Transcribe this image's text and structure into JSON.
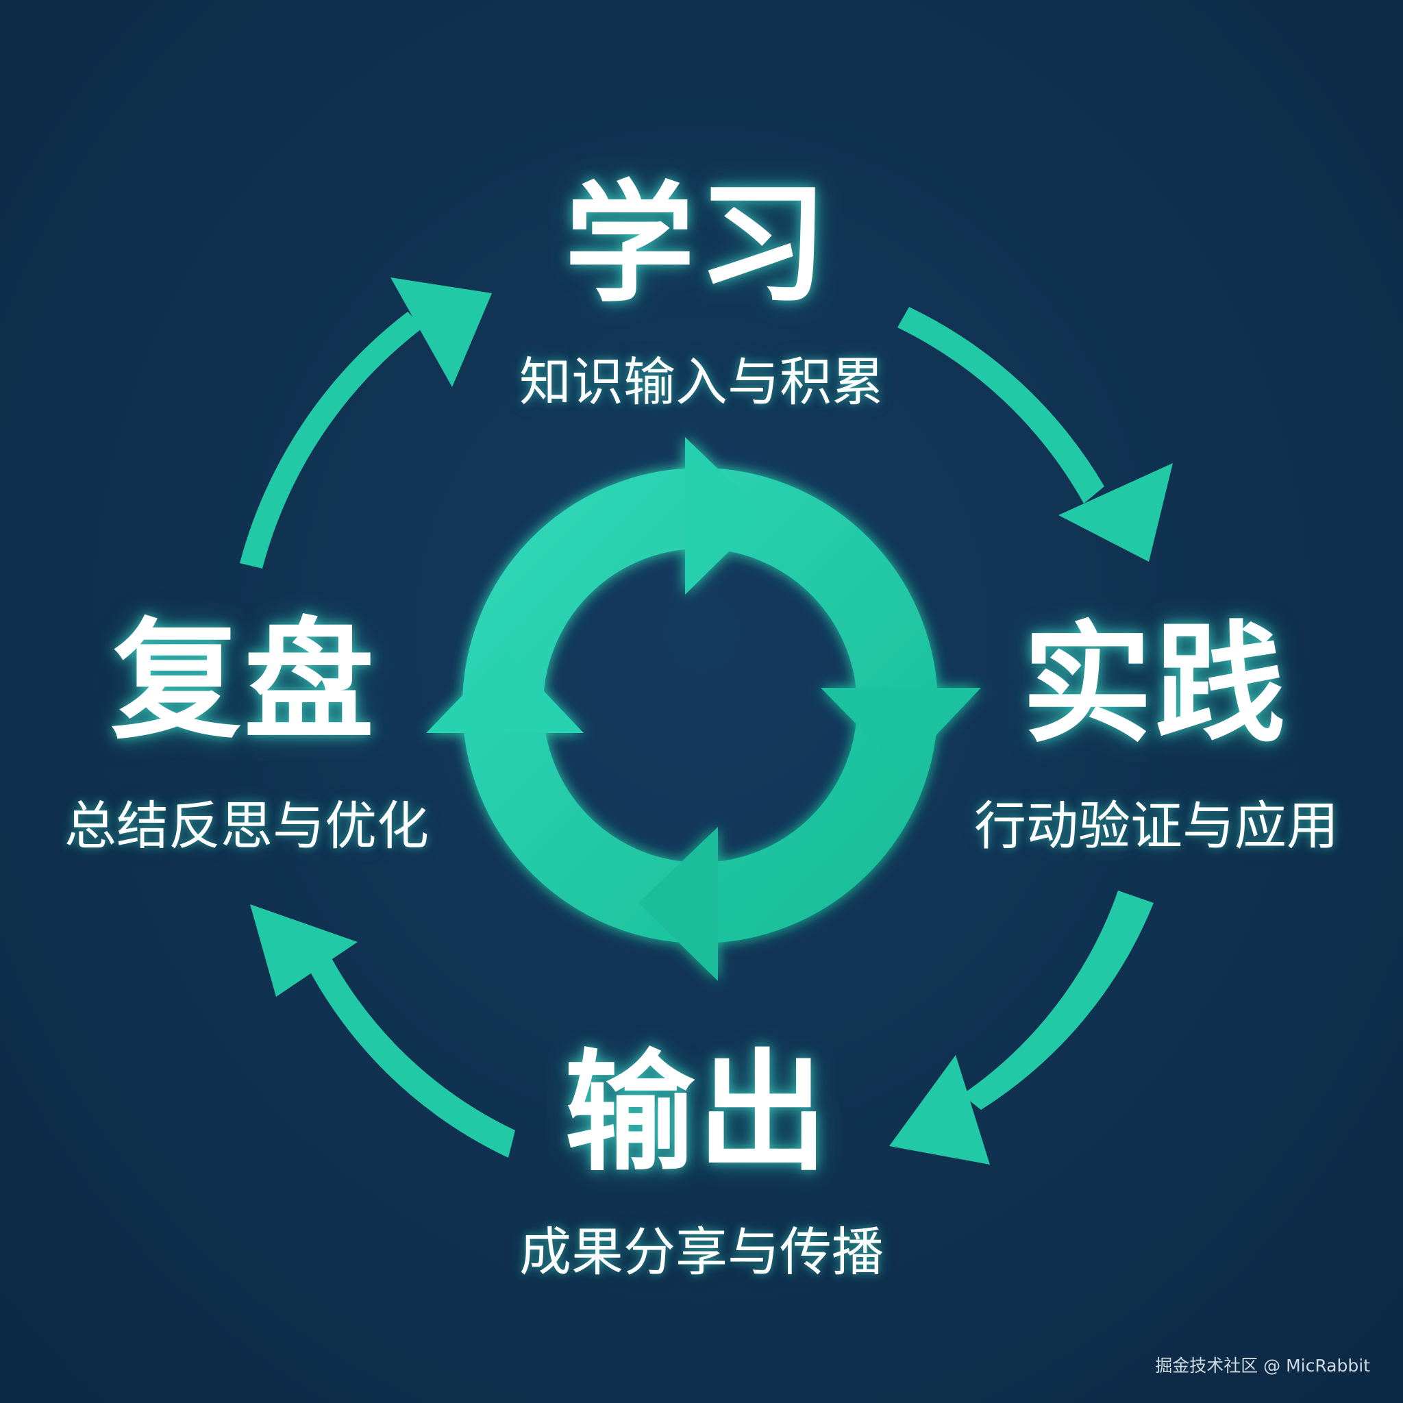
{
  "stages": {
    "learn": {
      "title": "学习",
      "subtitle": "知识输入与积累"
    },
    "practice": {
      "title": "实践",
      "subtitle": "行动验证与应用"
    },
    "output": {
      "title": "输出",
      "subtitle": "成果分享与传播"
    },
    "review": {
      "title": "复盘",
      "subtitle": "总结反思与优化"
    }
  },
  "watermark": "掘金技术社区 @ MicRabbit",
  "colors": {
    "background": "#10314f",
    "accent": "#1fc8a4",
    "accent_light": "#33dcbc",
    "text": "#ffffff"
  }
}
